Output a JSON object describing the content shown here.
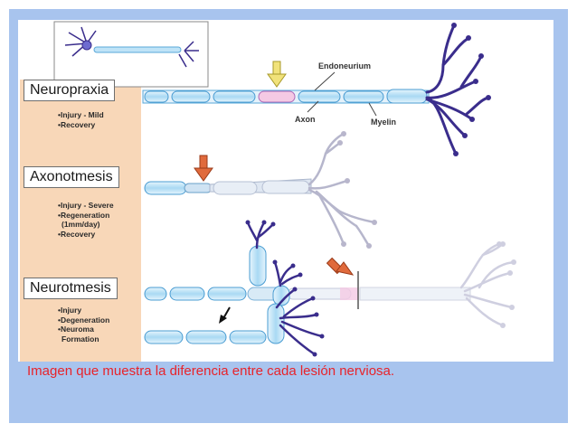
{
  "labels": {
    "neuropraxia": "Neuropraxia",
    "axonotmesis": "Axonotmesis",
    "neurotmesis": "Neurotmesis"
  },
  "sidebar": {
    "neuropraxia": [
      "•Injury - Mild",
      "•Recovery"
    ],
    "axonotmesis": [
      "•Injury - Severe",
      "•Regeneration",
      " (1mm/day)",
      "•Recovery"
    ],
    "neurotmesis": [
      "•Injury",
      "•Degeneration",
      "•Neuroma",
      " Formation"
    ]
  },
  "diagram_labels": {
    "endoneurium": "Endoneurium",
    "axon": "Axon",
    "myelin": "Myelin"
  },
  "caption": "Imagen que muestra la diferencia entre cada lesión nerviosa.",
  "colors": {
    "slide_bg": "#a8c4ee",
    "sidebar": "#f8d7b8",
    "myelin": "#bfe3f7",
    "axon_outline": "#5aa8d8",
    "nerve_ending": "#3a2d8c",
    "arrow_yellow": "#f1e27a",
    "arrow_orange": "#e06a3c",
    "caption": "#e8232a"
  }
}
